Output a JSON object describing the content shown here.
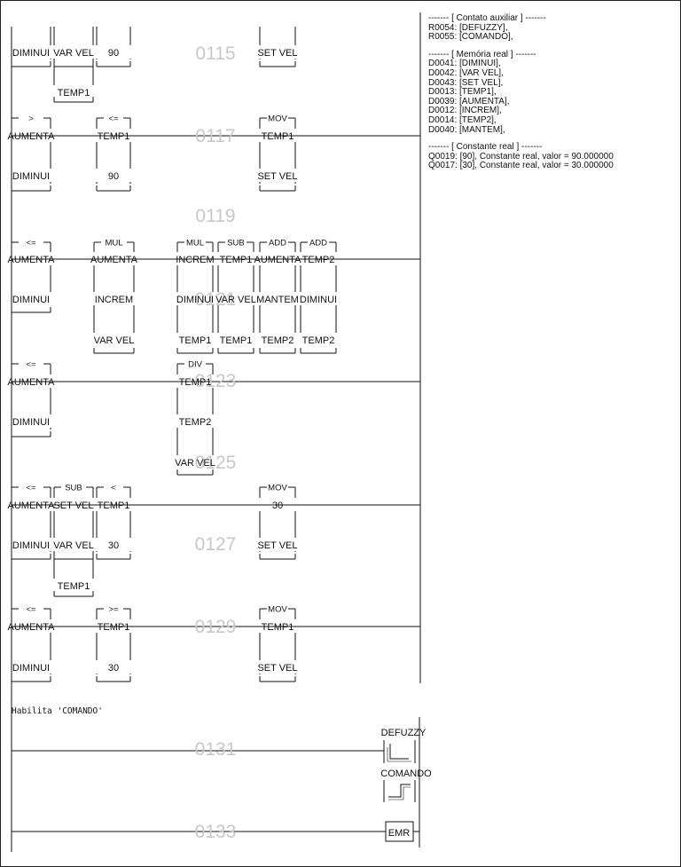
{
  "legend": [
    {
      "header": "------- [ Contato auxiliar ] -------",
      "items": [
        "R0054: [DEFUZZY],",
        "R0055: [COMANDO],"
      ]
    },
    {
      "header": "------- [ Memória real ] -------",
      "items": [
        "D0041: [DIMINUI],",
        "D0042: [VAR VEL],",
        "D0043: [SET VEL],",
        "D0013: [TEMP1],",
        "D0039: [AUMENTA],",
        "D0012: [INCREM],",
        "D0014: [TEMP2],",
        "D0040: [MANTEM],"
      ]
    },
    {
      "header": "------- [ Constante real ] -------",
      "items": [
        "Q0019: [90], Constante real, valor = 90.000000",
        "Q0017: [30], Constante real, valor = 30.000000"
      ]
    }
  ],
  "rung_numbers": [
    "0115",
    "0117",
    "0119",
    "0121",
    "0123",
    "0125",
    "0127",
    "0129",
    "0131",
    "0133"
  ],
  "comment": "Habilita 'COMANDO'",
  "coils": {
    "defuzzy": "DEFUZZY",
    "comando": "COMANDO",
    "emr": "EMR"
  },
  "blocks": {
    "r1_a": [
      "DIMINUI"
    ],
    "r1_b": [
      "VAR VEL",
      "TEMP1"
    ],
    "r1_c": [
      "90"
    ],
    "r1_d": [
      "SET VEL"
    ],
    "r2_a": [
      ">",
      "AUMENTA",
      "DIMINUI"
    ],
    "r2_b": [
      "<=",
      "TEMP1",
      "90"
    ],
    "r2_c": [
      "MOV",
      "TEMP1",
      "SET VEL"
    ],
    "r3_a": [
      "<=",
      "AUMENTA",
      "DIMINUI"
    ],
    "r3_b": [
      "MUL",
      "AUMENTA",
      "INCREM",
      "VAR VEL"
    ],
    "r3_c": [
      "MUL",
      "INCREM",
      "DIMINUI",
      "TEMP1"
    ],
    "r3_d": [
      "SUB",
      "TEMP1",
      "VAR VEL",
      "TEMP1"
    ],
    "r3_e": [
      "ADD",
      "AUMENTA",
      "MANTEM",
      "TEMP2"
    ],
    "r3_f": [
      "ADD",
      "TEMP2",
      "DIMINUI",
      "TEMP2"
    ],
    "r4_a": [
      "<=",
      "AUMENTA",
      "DIMINUI"
    ],
    "r4_b": [
      "DIV",
      "TEMP1",
      "TEMP2",
      "VAR VEL"
    ],
    "r5_a": [
      "<=",
      "AUMENTA",
      "DIMINUI"
    ],
    "r5_b": [
      "SUB",
      "SET VEL",
      "VAR VEL",
      "TEMP1"
    ],
    "r5_c": [
      "<",
      "TEMP1",
      "30"
    ],
    "r5_d": [
      "MOV",
      "30",
      "SET VEL"
    ],
    "r6_a": [
      "<=",
      "AUMENTA",
      "DIMINUI"
    ],
    "r6_b": [
      ">=",
      "TEMP1",
      "30"
    ],
    "r6_c": [
      "MOV",
      "TEMP1",
      "SET VEL"
    ]
  }
}
